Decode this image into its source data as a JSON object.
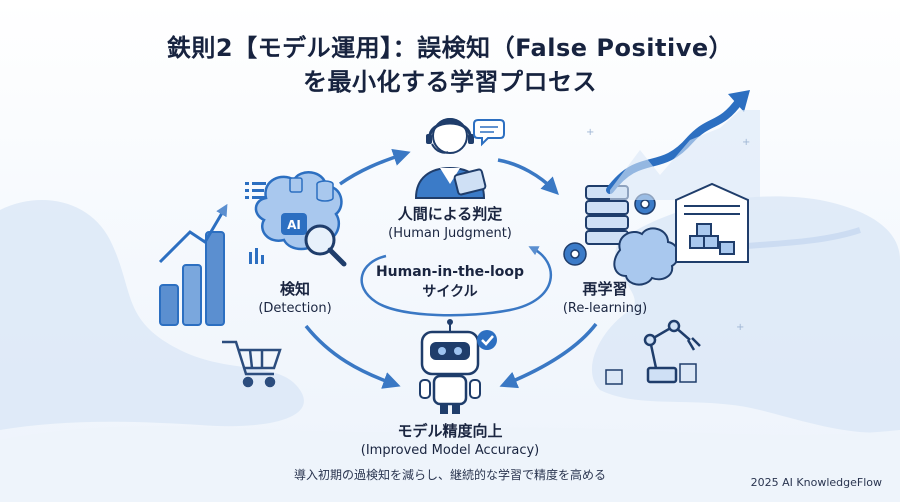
{
  "title": {
    "line1": "鉄則2【モデル運用】：誤検知（False Positive）",
    "line2": "を最小化する学習プロセス"
  },
  "nodes": {
    "human": {
      "jp": "人間による判定",
      "en": "(Human Judgment)"
    },
    "detection": {
      "jp": "検知",
      "en": "(Detection)"
    },
    "relearning": {
      "jp": "再学習",
      "en": "(Re-learning)"
    },
    "improved": {
      "jp": "モデル精度向上",
      "en": "(Improved Model Accuracy)"
    }
  },
  "center_cycle": {
    "line1": "Human-in-the-loop",
    "line2": "サイクル"
  },
  "ai_chip_text": "AI",
  "caption": "導入初期の過検知を減らし、継続的な学習で精度を高める",
  "credit": "2025 AI KnowledgeFlow",
  "colors": {
    "primary": "#2c6fc1",
    "light": "#cfe0f5",
    "dark": "#17233f",
    "arrow": "#3a78c4"
  }
}
